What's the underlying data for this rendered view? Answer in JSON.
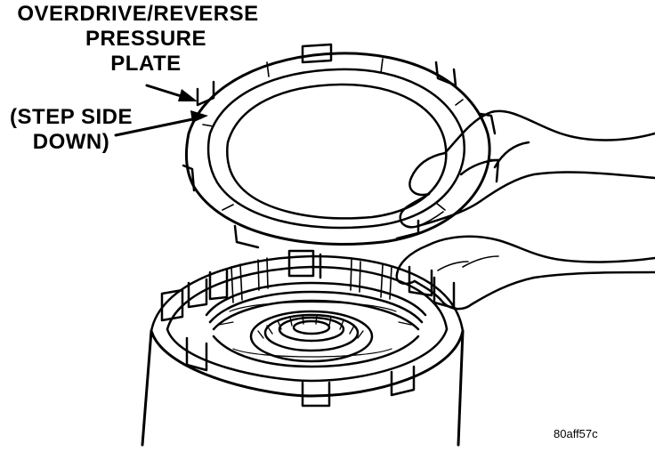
{
  "callouts": {
    "main_label_lines": [
      "OVERDRIVE/REVERSE",
      "PRESSURE",
      "PLATE"
    ],
    "step_label_lines": [
      "(STEP SIDE",
      "DOWN)"
    ]
  },
  "figure_id": "80aff57c",
  "colors": {
    "ink": "#000000",
    "paper": "#ffffff"
  }
}
